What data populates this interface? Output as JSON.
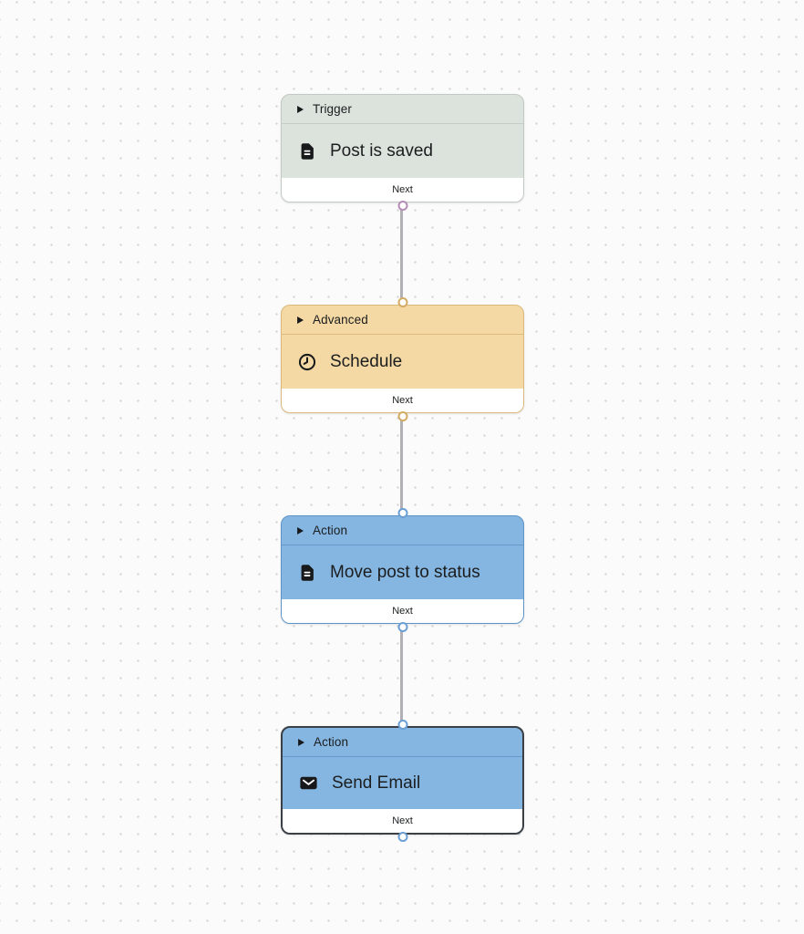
{
  "canvas": {
    "background_color": "#fbfbfb",
    "dot_color": "#d9d9d9",
    "connector_color": "#b3b0b5",
    "selected_border_color": "#3a4046"
  },
  "nodes": [
    {
      "category": "Trigger",
      "title": "Post is saved",
      "header_icon": "play-icon",
      "body_icon": "document-icon",
      "footer_label": "Next",
      "selected": false,
      "has_input_port": false,
      "has_output_port": true,
      "colors": {
        "bg": "#dce3dc",
        "border": "#c3c9c3",
        "divider": "#c6ccc6",
        "port": "#b48cb6"
      }
    },
    {
      "category": "Advanced",
      "title": "Schedule",
      "header_icon": "play-icon",
      "body_icon": "clock-icon",
      "footer_label": "Next",
      "selected": false,
      "has_input_port": true,
      "has_output_port": true,
      "colors": {
        "bg": "#f4d9a4",
        "border": "#dbb87b",
        "divider": "#ddbc82",
        "port": "#d3ab64"
      }
    },
    {
      "category": "Action",
      "title": "Move post to status",
      "header_icon": "play-icon",
      "body_icon": "document-icon",
      "footer_label": "Next",
      "selected": false,
      "has_input_port": true,
      "has_output_port": true,
      "colors": {
        "bg": "#85b6e1",
        "border": "#5f94c8",
        "divider": "#6598ca",
        "port": "#6b9fd4"
      }
    },
    {
      "category": "Action",
      "title": "Send Email",
      "header_icon": "play-icon",
      "body_icon": "mail-icon",
      "footer_label": "Next",
      "selected": true,
      "has_input_port": true,
      "has_output_port": true,
      "colors": {
        "bg": "#85b6e1",
        "border": "#3a4046",
        "divider": "#6598ca",
        "port": "#6b9fd4"
      }
    }
  ]
}
